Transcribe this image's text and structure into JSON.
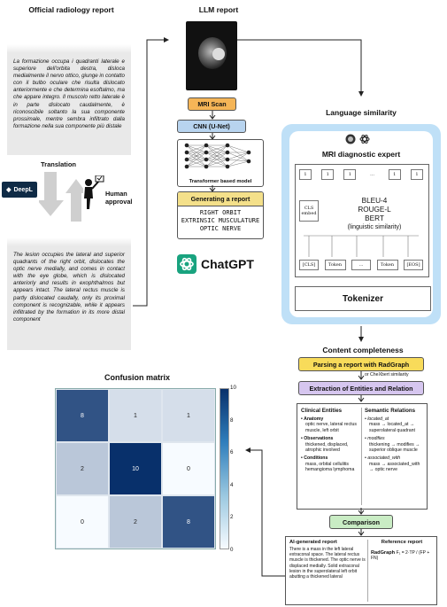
{
  "left": {
    "official_title": "Official radiology report",
    "official_text": "La formazione occupa i quadranti laterale e superiore dell'orbita destra, disloca medialmente il nervo ottico, giunge in contatto con il bulbo oculare che risulta dislocato anteriormente e che determina esoftalmo, ma che appare integro. Il muscolo retto laterale è in parte dislocato caudalmente, è riconoscibile soltanto la sua componente prossimale, mentre sembra infiltrato dalla formazione nella sua componente più distale",
    "translation_label": "Translation",
    "deepl_label": "DeepL",
    "human_label": "Human approval",
    "translated_text": "The lesion occupies the lateral and superior quadrants of the right orbit, dislocates the optic nerve medially, and comes in contact with the eye globe, which is dislocated anteriorly and results in exophthalmos but appears intact. The lateral rectus muscle is partly dislocated caudally, only its proximal component is recognizable, while it appears infiltrated by the formation in its more distal component"
  },
  "llm": {
    "title": "LLM report",
    "mri_scan": "MRI Scan",
    "cnn": "CNN (U-Net)",
    "transformer": "Transformer based model",
    "generating": "Generating a report",
    "output_lines": [
      "RIGHT ORBIT",
      "EXTRINSIC MUSCULATURE",
      "OPTIC NERVE"
    ],
    "chatgpt": "ChatGPT"
  },
  "language": {
    "title": "Language similarity",
    "expert": "MRI diagnostic expert",
    "top_tokens": [
      "1",
      "1",
      "1",
      "...",
      "1",
      "1"
    ],
    "cls_embed": "CLS embed",
    "metrics": [
      "BLEU-4",
      "ROUGE-L",
      "BERT",
      "(linguistic similarity)"
    ],
    "tokens": [
      "[CLS]",
      "Token",
      "...",
      "Token",
      "[EOS]"
    ],
    "tokenizer": "Tokenizer"
  },
  "content": {
    "title": "Content completeness",
    "parsing": "Parsing a report with RadGraph",
    "or_chexbert": "or CheXbert similarity",
    "extraction": "Extraction of Entities and Relation",
    "clinical_title": "Clinical Entities",
    "clinical": [
      {
        "head": "Anatomy",
        "body": "optic nerve, lateral rectus muscle, left orbit"
      },
      {
        "head": "Observations",
        "body": "thickened, displaced, atrophic involved"
      },
      {
        "head": "Conditions",
        "body": "mass, orbital cellulitis hemangioma lymphoma"
      }
    ],
    "semantic_title": "Semantic Relations",
    "semantic": [
      {
        "head": "located_at",
        "body": "mass → located_at → superolateral quadrant"
      },
      {
        "head": "modifies",
        "body": "thickening → modifies → superior oblique muscle"
      },
      {
        "head": "associated_with",
        "body": "mass → associated_with → optic nerve"
      }
    ],
    "comparison": "Comparison",
    "ai_title": "AI-generated report",
    "ai_text": "There is a mass in the left lateral extraconal space. The lateral rectus muscle is thickened. The optic nerve is displaced medially. Solid extraconal lesion in the superolateral left orbit abutting a thickened lateral",
    "ref_title": "Reference report",
    "radgraph_label": "RadGraph",
    "formula": "F₁ = 2·TP / (FP + FN)"
  },
  "confusion": {
    "title": "Confusion matrix",
    "values": [
      [
        8,
        1,
        1
      ],
      [
        2,
        10,
        0
      ],
      [
        0,
        2,
        8
      ]
    ],
    "colorbar_ticks": [
      "10",
      "8",
      "6",
      "4",
      "2",
      "0"
    ],
    "colors": {
      "low": "#f7fbff",
      "high": "#08306b"
    }
  }
}
